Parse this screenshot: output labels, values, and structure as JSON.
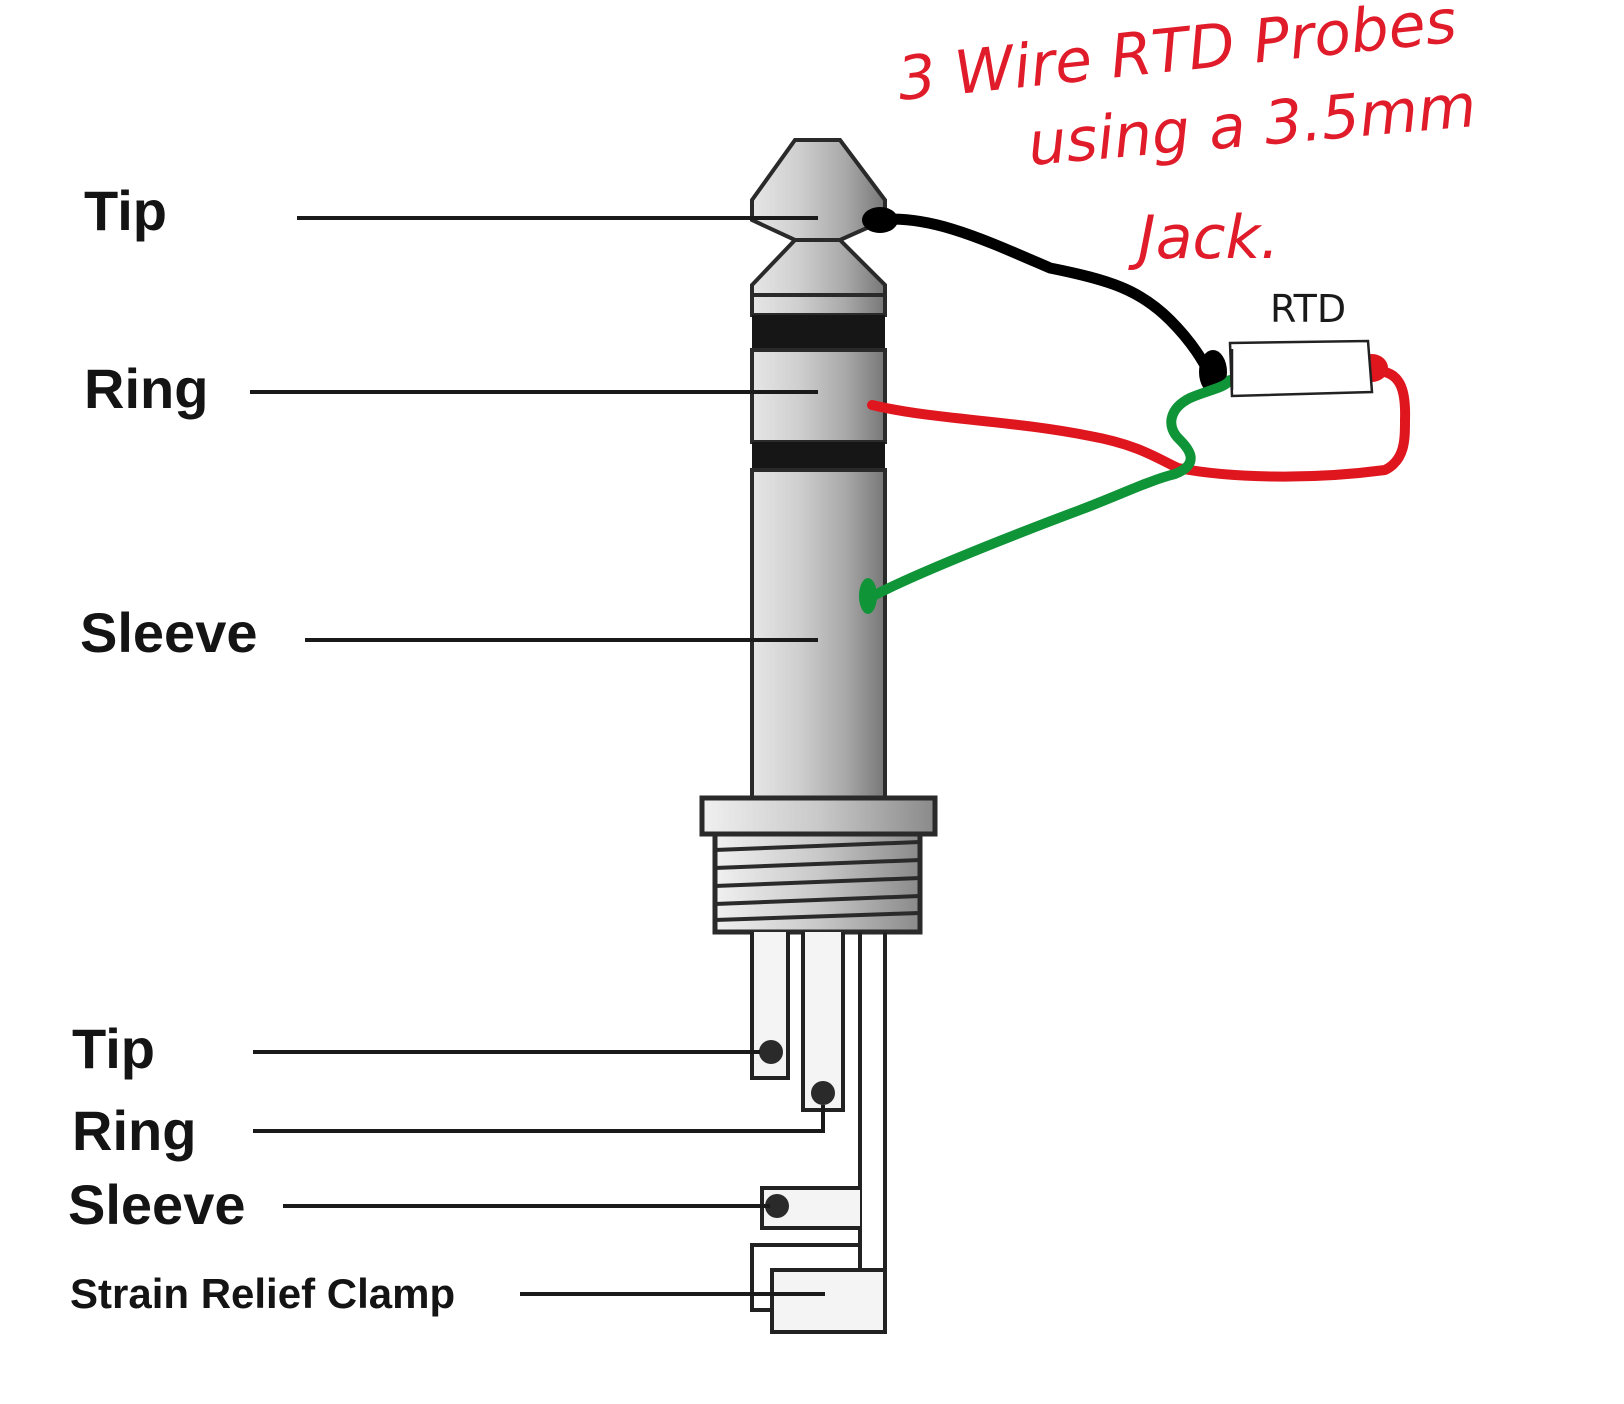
{
  "labels": {
    "plug_tip": "Tip",
    "plug_ring": "Ring",
    "plug_sleeve": "Sleeve",
    "term_tip": "Tip",
    "term_ring": "Ring",
    "term_sleeve": "Sleeve",
    "term_clamp": "Strain Relief Clamp"
  },
  "annotation": {
    "line1": "3 Wire RTD Probes",
    "line2": "using a 3.5mm",
    "line3": "Jack."
  },
  "rtd_label": "RTD",
  "wire_colors": {
    "tip_wire": "#000000",
    "ring_wire": "#e0161f",
    "sleeve_wire": "#0f9438"
  }
}
